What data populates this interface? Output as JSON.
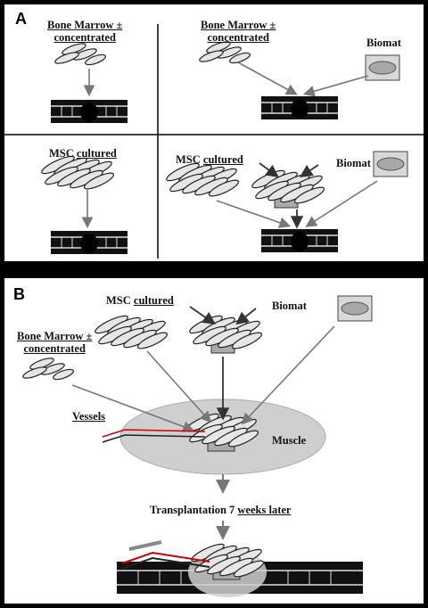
{
  "panel_a": {
    "letter": "A",
    "bone_marrow_1": {
      "line1": "Bone Marrow ±",
      "line2": "concentrated"
    },
    "bone_marrow_2": {
      "line1": "Bone Marrow ±",
      "line2": "concentrated"
    },
    "biomat_1": "Biomat",
    "msc_1": {
      "prefix": "MSC ",
      "word": "cultured"
    },
    "msc_2": {
      "prefix": "MSC ",
      "word": "cultured"
    },
    "biomat_2": "Biomat"
  },
  "panel_b": {
    "letter": "B",
    "msc": {
      "prefix": "MSC ",
      "word": "cultured"
    },
    "biomat": "Biomat",
    "bone_marrow": {
      "line1": "Bone Marrow ±",
      "line2": "concentrated"
    },
    "vessels": "Vessels",
    "muscle": "Muscle",
    "transplantation": {
      "t1": "Transplantation 7 ",
      "t2": "weeks",
      "t3": " later"
    }
  },
  "colors": {
    "biomat_fill": "#a8a8a8",
    "biomat_frame": "#d8d8d8",
    "arrow": "#777777",
    "arrow_dark": "#3a3a3a",
    "muscle": "#cfcfcf",
    "cells": "#e6e6e6"
  }
}
